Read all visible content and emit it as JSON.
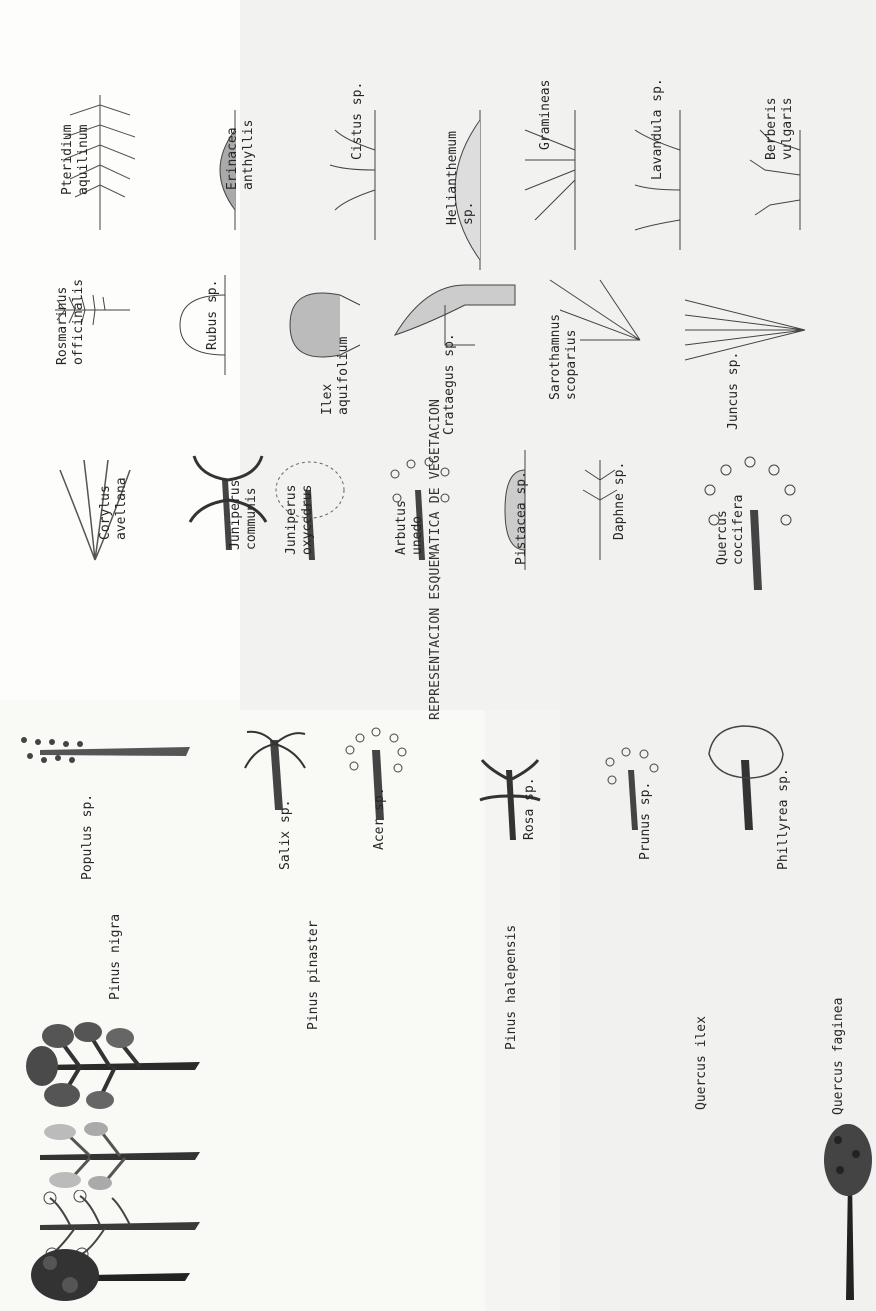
{
  "title": "REPRESENTACION ESQUEMATICA DE VEGETACION",
  "colors": {
    "ink": "#262626",
    "paper": "#fdfdfb"
  },
  "species": {
    "s01": "Pinus nigra",
    "s02": "Pinus pinaster",
    "s03": "Pinus halepensis",
    "s04": "Quercus ilex",
    "s05": "Quercus faginea",
    "s06": "Populus sp.",
    "s07": "Salix sp.",
    "s08": "Acer sp.",
    "s09": "Rosa sp.",
    "s10": "Prunus sp.",
    "s11": "Phillyrea sp.",
    "s12": "Corylus\navellana",
    "s13": "Juniperus\ncommunis",
    "s14": "Juniperus\noxycedrus",
    "s15": "Arbutus\nunedo",
    "s16": "Pistacea sp.",
    "s17": "Daphne sp.",
    "s18": "Quercus\ncoccifera",
    "s19": "Rosmarinus\nofficinalis",
    "s20": "Rubus sp.",
    "s21": "Ilex\naquifolium",
    "s22": "Crataegus sp.",
    "s23": "Sarothamnus\nscoparius",
    "s24": "Juncus sp.",
    "s25": "Pteridium\naquilinum",
    "s26": "Erinacea\nanthyllis",
    "s27": "Cistus sp.",
    "s28": "Helianthemum\nsp.",
    "s29": "Gramineas",
    "s30": "Lavandula sp.",
    "s31": "Berberis\nvulgaris"
  },
  "icons": [
    "conifer-icon",
    "deciduous-tree-icon",
    "shrub-icon",
    "cushion-plant-icon",
    "fern-icon",
    "grass-icon",
    "rush-icon",
    "broom-icon"
  ]
}
